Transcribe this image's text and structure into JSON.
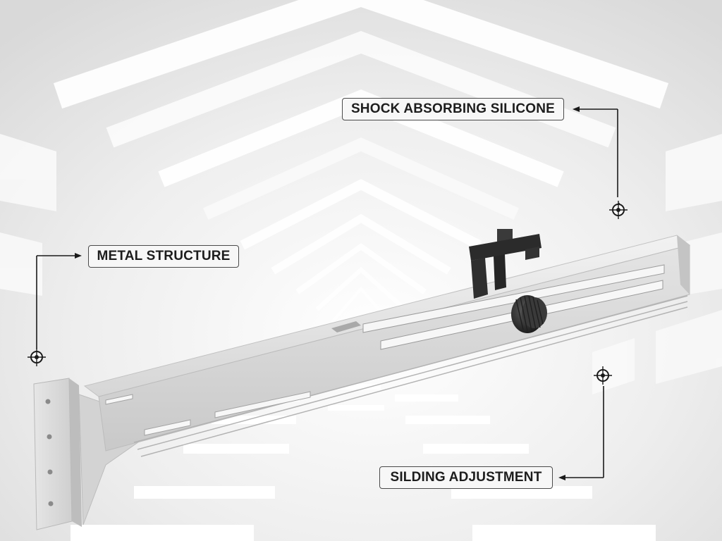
{
  "callouts": {
    "shock_absorbing": "SHOCK ABSORBING SILICONE",
    "metal_structure": "METAL STRUCTURE",
    "sliding_adjustment": "SILDING ADJUSTMENT"
  },
  "colors": {
    "background": "#ececec",
    "bracket": "#d8d8d8",
    "clamp": "#2b2b2b",
    "leader_line": "#1a1a1a"
  }
}
